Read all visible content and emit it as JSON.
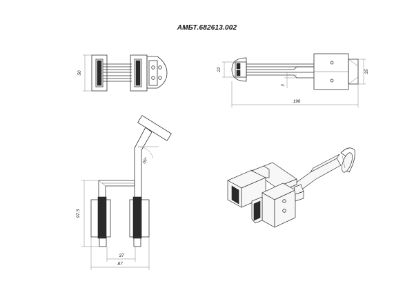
{
  "title": "АМБТ.682613.002",
  "dimensions": {
    "top_left_height": "50",
    "top_right_height_left": "22",
    "top_right_height_right": "35",
    "top_right_gap": "3",
    "top_right_length": "196",
    "bottom_left_angle": "50°",
    "bottom_left_height": "97.5",
    "bottom_left_width_inner": "37",
    "bottom_left_width_outer": "87"
  }
}
